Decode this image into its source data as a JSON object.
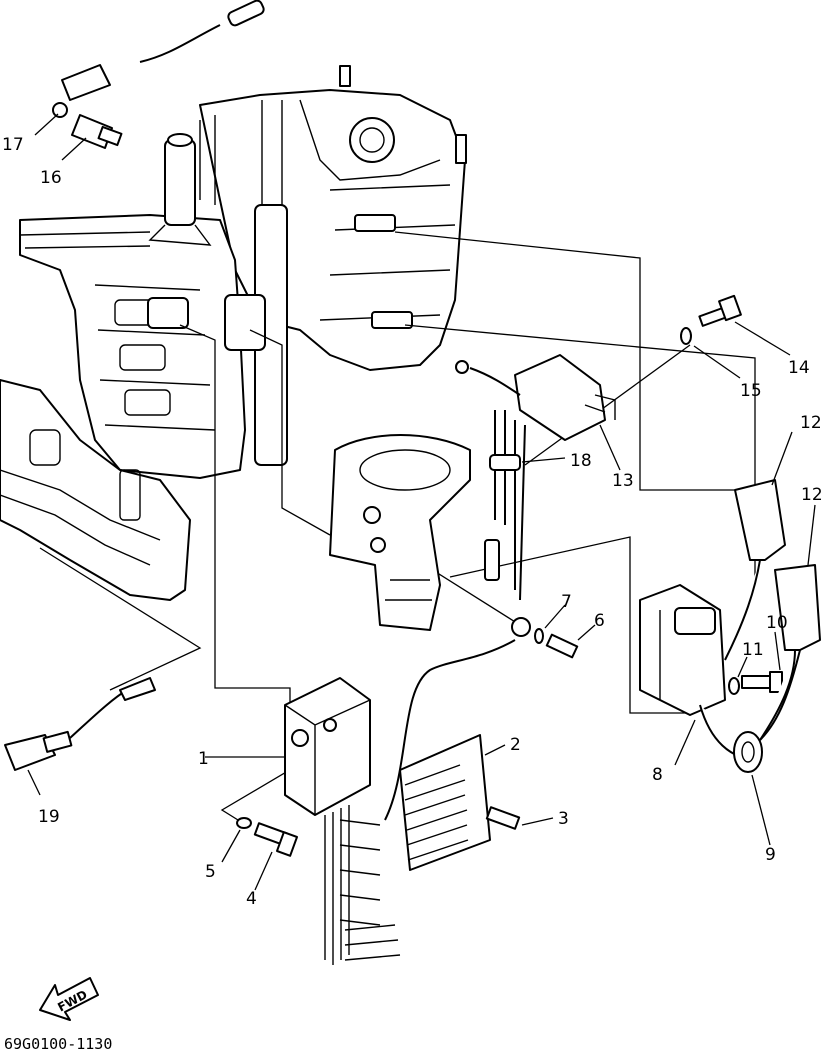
{
  "diagram": {
    "code": "69G0100-1130",
    "fwd_label": "FWD",
    "callouts": [
      {
        "id": "c1",
        "label": "1"
      },
      {
        "id": "c2",
        "label": "2"
      },
      {
        "id": "c3",
        "label": "3"
      },
      {
        "id": "c4",
        "label": "4"
      },
      {
        "id": "c5",
        "label": "5"
      },
      {
        "id": "c6",
        "label": "6"
      },
      {
        "id": "c7",
        "label": "7"
      },
      {
        "id": "c8",
        "label": "8"
      },
      {
        "id": "c9",
        "label": "9"
      },
      {
        "id": "c10",
        "label": "10"
      },
      {
        "id": "c11",
        "label": "11"
      },
      {
        "id": "c12a",
        "label": "12"
      },
      {
        "id": "c12b",
        "label": "12"
      },
      {
        "id": "c13",
        "label": "13"
      },
      {
        "id": "c14",
        "label": "14"
      },
      {
        "id": "c15",
        "label": "15"
      },
      {
        "id": "c16",
        "label": "16"
      },
      {
        "id": "c17",
        "label": "17"
      },
      {
        "id": "c18",
        "label": "18"
      },
      {
        "id": "c19",
        "label": "19"
      }
    ]
  }
}
